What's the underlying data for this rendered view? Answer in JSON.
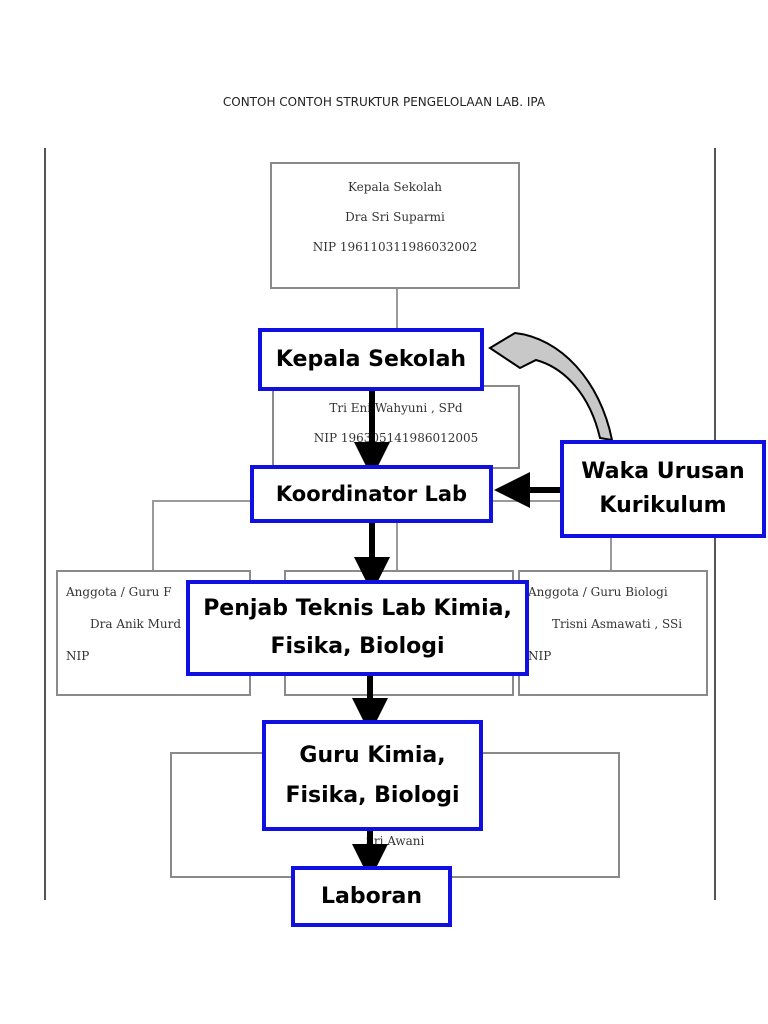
{
  "page_title": "CONTOH CONTOH STRUKTUR PENGELOLAAN LAB. IPA",
  "background_chart": {
    "kepala": [
      "Kepala Sekolah",
      "Dra Sri Suparmi",
      "NIP 196110311986032002"
    ],
    "koordinator": [
      "Tri Eni Wahyuni , SPd",
      "NIP 196305141986012005"
    ],
    "anggota_left": [
      "Anggota / Guru F",
      "Dra Anik Murd",
      "NIP"
    ],
    "anggota_right": [
      "Anggota / Guru Biologi",
      "Trisni Asmawati , SSi",
      "NIP"
    ],
    "laboran": [
      "Sri Awani"
    ]
  },
  "nodes": {
    "kepala_sekolah": "Kepala Sekolah",
    "koordinator_lab": "Koordinator Lab",
    "waka_line1": "Waka Urusan",
    "waka_line2": "Kurikulum",
    "penjab_line1": "Penjab Teknis Lab Kimia,",
    "penjab_line2": "Fisika, Biologi",
    "guru_line1": "Guru Kimia,",
    "guru_line2": "Fisika, Biologi",
    "laboran": "Laboran"
  },
  "colors": {
    "node_border": "#1010e0",
    "arrow": "#000000",
    "bg_box_border": "#8a8a8a"
  }
}
